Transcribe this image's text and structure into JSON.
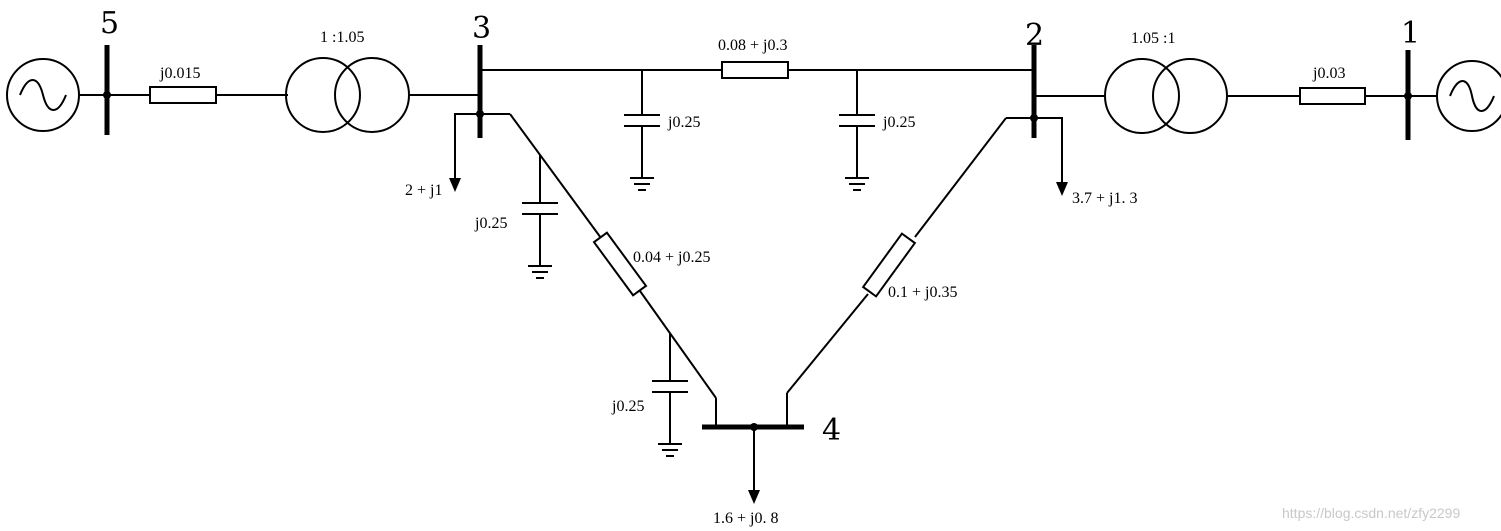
{
  "buses": {
    "b1": "1",
    "b2": "2",
    "b3": "3",
    "b4": "4",
    "b5": "5"
  },
  "transformers": {
    "t53": "1 :1.05",
    "t21": "1.05 :1"
  },
  "impedances": {
    "z5": "j0.015",
    "z1": "j0.03",
    "z32": "0.08 + j0.3",
    "z34": "0.04 + j0.25",
    "z24": "0.1 + j0.35"
  },
  "shunts": {
    "c32a": "j0.25",
    "c32b": "j0.25",
    "c34a": "j0.25",
    "c34b": "j0.25"
  },
  "loads": {
    "l3": "2 + j1",
    "l2": "3.7 + j1. 3",
    "l4": "1.6 + j0. 8"
  },
  "watermark": "https://blog.csdn.net/zfy2299"
}
